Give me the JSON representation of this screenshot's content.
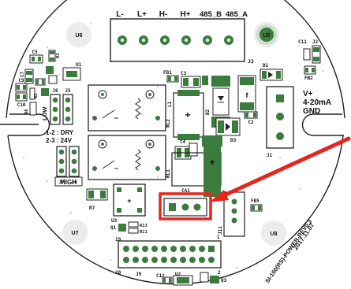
{
  "board": {
    "top_connector_labels": [
      "L-",
      "L+",
      "H-",
      "H+",
      "485_B",
      "485_A"
    ],
    "mount_holes": [
      "U6",
      "U5",
      "U7",
      "U8"
    ],
    "right_side_text": [
      "V+",
      "4-20mA",
      "GND"
    ],
    "dry_label": "1-2 : DRY",
    "v24_label": "2-3 : 24V",
    "low_label": "LOW",
    "high_label": "HIGH",
    "date_text": "2017.11.07",
    "board_name": "SI-100(RS)-POWER-REV0.3",
    "component_labels": {
      "c5": "C5",
      "r3": "R3",
      "u1": "U1",
      "c7": "C7",
      "c9": "C9",
      "r2": "R2",
      "c10": "C10",
      "r6": "R6",
      "j6": "J6",
      "j5": "J5",
      "j7": "J7",
      "j4": "J4",
      "fb1": "FB1",
      "c3": "C3",
      "l1": "L1",
      "rl2": "RL2",
      "rl1": "RL1",
      "c4": "C4",
      "ca1": "CA1",
      "d2": "D2",
      "d3": "D3",
      "c2": "C2",
      "d1": "D1",
      "j3": "J3",
      "fb2": "FB2",
      "c11": "C11",
      "j2": "J2",
      "j1": "J1",
      "r7": "R7",
      "u3": "U3",
      "q1": "Q1",
      "r13": "R13",
      "r11": "R11",
      "j11": "J11",
      "fb5": "FB5",
      "j9": "J9",
      "c12": "C12",
      "u2": "U2",
      "q3": "Q3",
      "pin1": "1",
      "pin2": "2",
      "pin19": "19",
      "pin20": "20"
    }
  },
  "annotation": {
    "highlight_color": "#e5261f",
    "arrow_color": "#e5261f"
  }
}
